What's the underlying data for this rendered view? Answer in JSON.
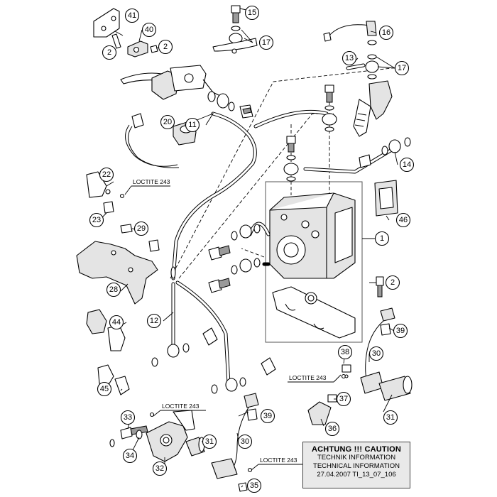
{
  "labels": {
    "p1": "1",
    "p2a": "2",
    "p2b": "2",
    "p2c": "2",
    "p11": "11",
    "p12": "12",
    "p13": "13",
    "p14": "14",
    "p15": "15",
    "p16": "16",
    "p17a": "17",
    "p17b": "17",
    "p20": "20",
    "p22": "22",
    "p23": "23",
    "p28": "28",
    "p29": "29",
    "p30a": "30",
    "p30b": "30",
    "p31a": "31",
    "p31b": "31",
    "p32": "32",
    "p33": "33",
    "p34": "34",
    "p35": "35",
    "p36": "36",
    "p37": "37",
    "p38": "38",
    "p39a": "39",
    "p39b": "39",
    "p40": "40",
    "p41": "41",
    "p44": "44",
    "p45": "45",
    "p46": "46"
  },
  "loctite": {
    "l1": "LOCTITE 243",
    "l2": "LOCTITE 243",
    "l3": "LOCTITE 243",
    "l4": "LOCTITE 243"
  },
  "caution": {
    "title": "ACHTUNG !!! CAUTION",
    "line1": "TECHNIK INFORMATION",
    "line2": "TECHNICAL INFORMATION",
    "line3": "27.04.2007  TI_13_07_106"
  }
}
